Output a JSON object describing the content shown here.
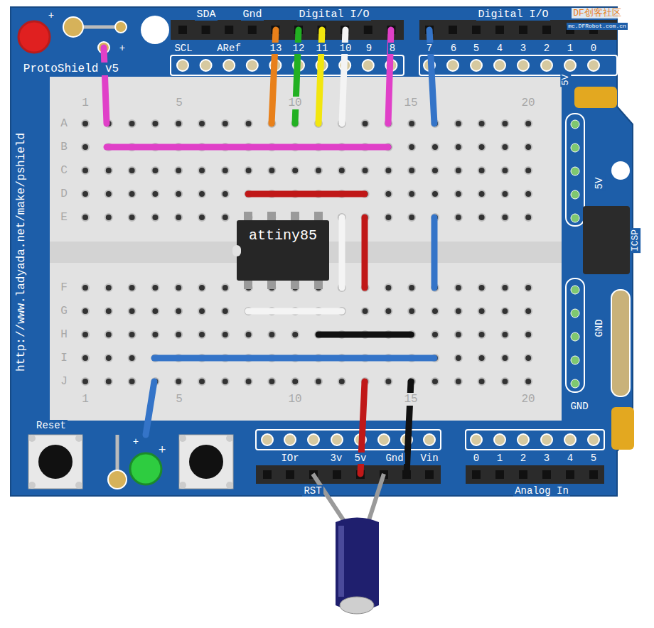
{
  "diagram": {
    "nodes": [
      {
        "text": [
          "attiny85"
        ]
      }
    ],
    "labels": [
      "SDA",
      "Gnd",
      "Digital I/O",
      "Digital I/O",
      "SCL",
      "ARef",
      "13",
      "12",
      "11",
      "10",
      "9",
      "8",
      "7",
      "6",
      "5",
      "4",
      "3",
      "2",
      "1",
      "0",
      "ProtoShield v5",
      "http://www.ladyada.net/make/pshield",
      "5V",
      "5V",
      "ICSP",
      "GND",
      "GND",
      "1",
      "5",
      "10",
      "15",
      "20",
      "1",
      "5",
      "10",
      "15",
      "20",
      "A",
      "B",
      "C",
      "D",
      "E",
      "F",
      "G",
      "H",
      "I",
      "J",
      "Reset",
      "IOr",
      "3v",
      "5v",
      "Gnd",
      "Vin",
      "RST",
      "0",
      "1",
      "2",
      "3",
      "4",
      "5",
      "Analog In",
      "+",
      "+",
      "+",
      "+",
      "DF创客社区",
      "mc.DFRobot.com.cn"
    ]
  }
}
